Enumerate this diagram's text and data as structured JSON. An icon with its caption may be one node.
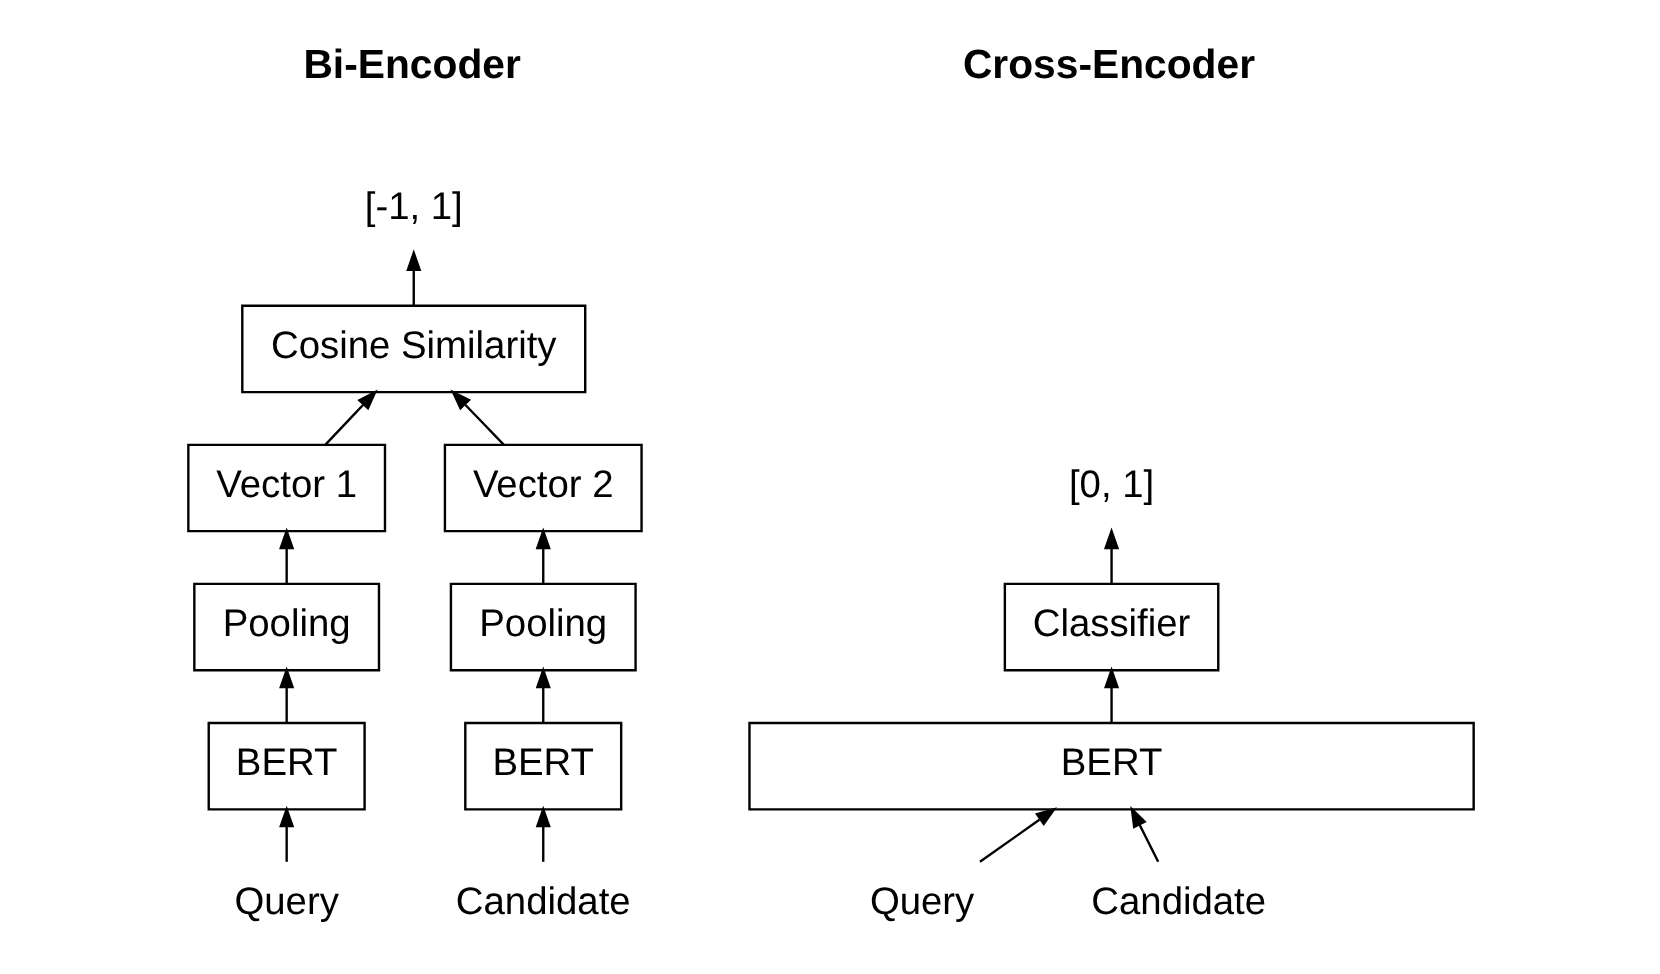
{
  "diagram": {
    "nodes": [
      {
        "text": [
          "[-1, 1]"
        ]
      },
      {
        "text": [
          "Cosine Similarity"
        ]
      },
      {
        "text": [
          "Vector 1"
        ]
      },
      {
        "text": [
          "Vector 2"
        ]
      },
      {
        "text": [
          "Pooling"
        ]
      },
      {
        "text": [
          "Pooling"
        ]
      },
      {
        "text": [
          "BERT"
        ]
      },
      {
        "text": [
          "BERT"
        ]
      },
      {
        "text": [
          "Query"
        ]
      },
      {
        "text": [
          "Candidate"
        ]
      },
      {
        "text": [
          "[0, 1]"
        ]
      },
      {
        "text": [
          "Classifier"
        ]
      },
      {
        "text": [
          "BERT"
        ]
      },
      {
        "text": [
          "Query"
        ]
      },
      {
        "text": [
          "Candidate"
        ]
      }
    ],
    "edges": [
      {
        "from": 1,
        "to": 0,
        "arrow": "to"
      },
      {
        "from": 2,
        "to": 1,
        "arrow": "to"
      },
      {
        "from": 3,
        "to": 1,
        "arrow": "to"
      },
      {
        "from": 4,
        "to": 2,
        "arrow": "to"
      },
      {
        "from": 5,
        "to": 3,
        "arrow": "to"
      },
      {
        "from": 6,
        "to": 4,
        "arrow": "to"
      },
      {
        "from": 7,
        "to": 5,
        "arrow": "to"
      },
      {
        "from": 8,
        "to": 6,
        "arrow": "to"
      },
      {
        "from": 9,
        "to": 7,
        "arrow": "to"
      },
      {
        "from": 11,
        "to": 10,
        "arrow": "to"
      },
      {
        "from": 12,
        "to": 11,
        "arrow": "to"
      },
      {
        "from": 13,
        "to": 12,
        "arrow": "to"
      },
      {
        "from": 14,
        "to": 12,
        "arrow": "to"
      }
    ],
    "labels": [
      "Bi-Encoder",
      "Cross-Encoder"
    ]
  }
}
